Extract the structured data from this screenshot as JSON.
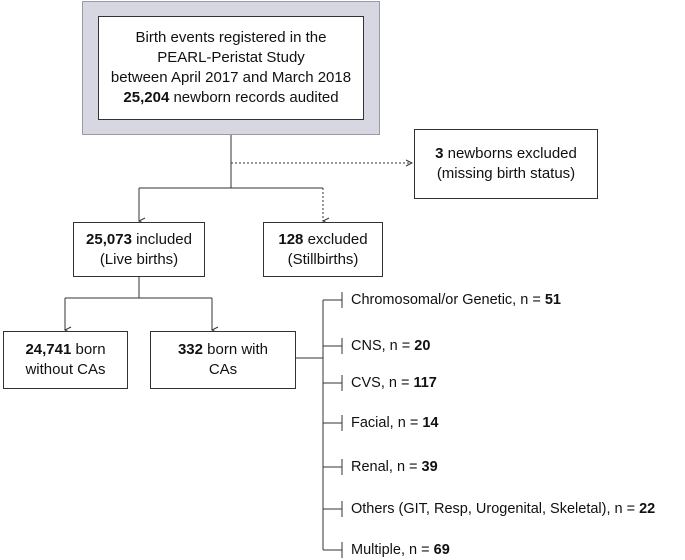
{
  "top_box": {
    "line1": "Birth events registered in the",
    "line2": "PEARL-Peristat Study",
    "line3": "between April 2017 and March 2018",
    "records_count": "25,204",
    "records_text": " newborn records audited"
  },
  "missing_box": {
    "count": "3",
    "text": " newborns  excluded",
    "reason": "(missing birth status)"
  },
  "included_box": {
    "count": "25,073",
    "text": " included",
    "sub": "(Live births)"
  },
  "stillbirth_box": {
    "count": "128",
    "text": " excluded",
    "sub": "(Stillbirths)"
  },
  "without_ca_box": {
    "count": "24,741",
    "text": " born",
    "line2": "without CAs"
  },
  "with_ca_box": {
    "count": "332",
    "text": " born with",
    "line2": "CAs"
  },
  "categories": [
    {
      "label": "Chromosomal/or Genetic, n = ",
      "n": "51"
    },
    {
      "label": "CNS, n = ",
      "n": "20"
    },
    {
      "label": "CVS, n = ",
      "n": "117"
    },
    {
      "label": "Facial, n = ",
      "n": "14"
    },
    {
      "label": "Renal, n = ",
      "n": "39"
    },
    {
      "label": "Others (GIT, Resp, Urogenital, Skeletal), n = ",
      "n": "22"
    },
    {
      "label": "Multiple, n = ",
      "n": "69"
    }
  ]
}
